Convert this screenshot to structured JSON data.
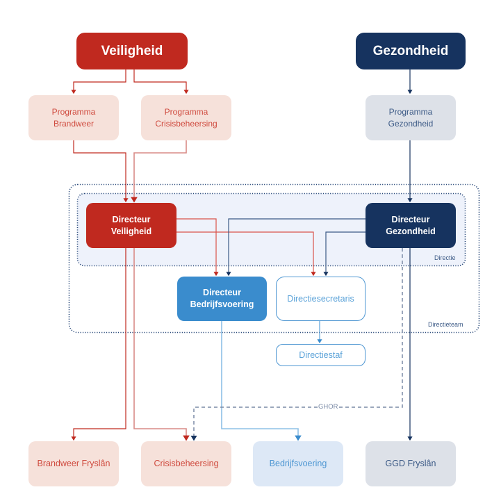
{
  "colors": {
    "veiligheid": "#c0291f",
    "veiligheid_light": "#f6e1da",
    "veiligheid_text": "#cf4a3e",
    "gezondheid": "#16335f",
    "gezondheid_light": "#dde1e8",
    "gezondheid_text": "#3c5a86",
    "bedrijfsvoering": "#3a8ccd",
    "bedrijfsvoering_light": "#dde8f6",
    "bedrijfsvoering_text": "#4d96d2",
    "directie_fill": "#eef2fb"
  },
  "top": {
    "veiligheid": "Veiligheid",
    "gezondheid": "Gezondheid"
  },
  "programmas": {
    "brandweer": [
      "Programma",
      "Brandweer"
    ],
    "crisis": [
      "Programma",
      "Crisisbeheersing"
    ],
    "gezondheid": [
      "Programma",
      "Gezondheid"
    ]
  },
  "directie": {
    "group_label": "Directie",
    "veiligheid": [
      "Directeur",
      "Veiligheid"
    ],
    "gezondheid": [
      "Directeur",
      "Gezondheid"
    ]
  },
  "directieteam": {
    "group_label": "Directieteam",
    "bedrijfsvoering": [
      "Directeur",
      "Bedrijfsvoering"
    ],
    "secretaris": "Directiesecretaris"
  },
  "directiestaf": "Directiestaf",
  "ghor_label": "GHOR",
  "bottom": {
    "brandweer": "Brandweer Fryslân",
    "crisis": "Crisisbeheersing",
    "bedrijfsvoering": "Bedrijfsvoering",
    "ggd": "GGD Fryslân"
  }
}
